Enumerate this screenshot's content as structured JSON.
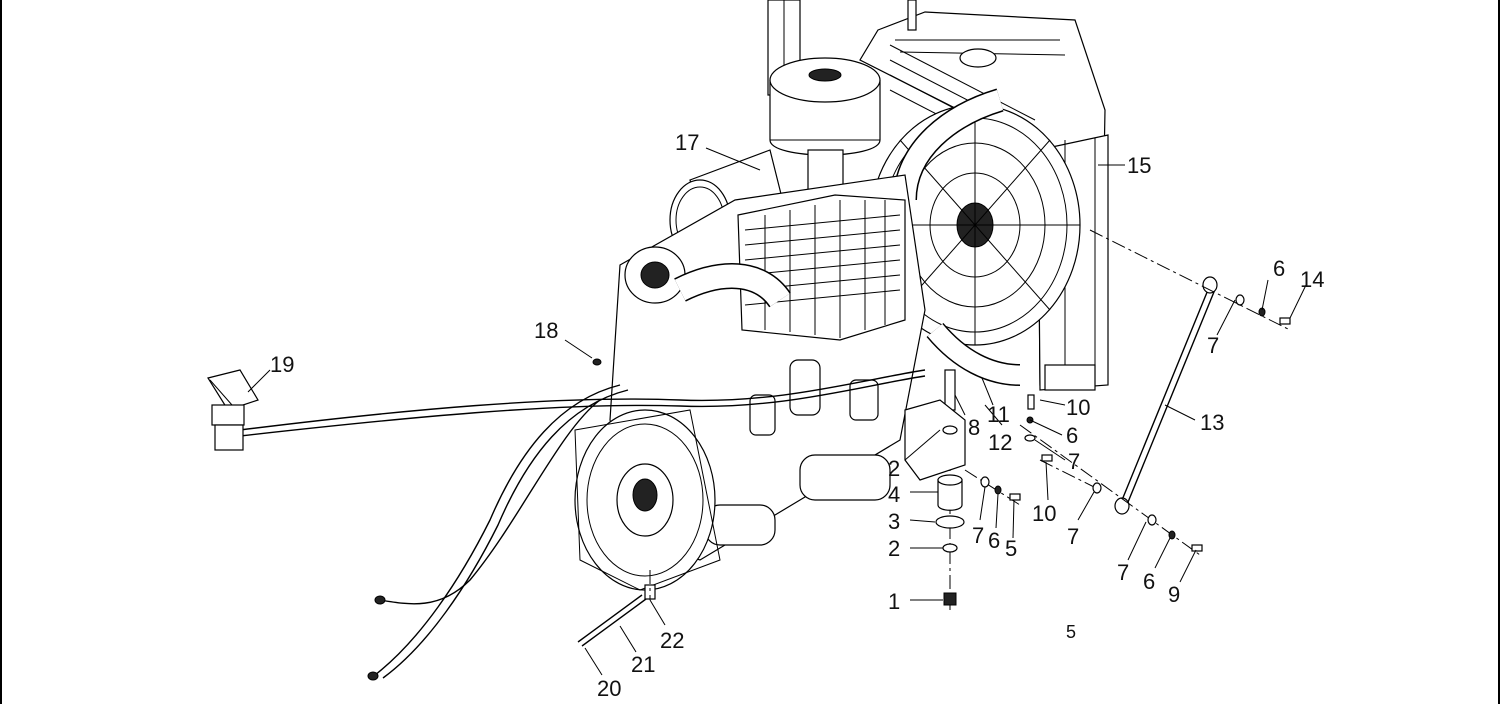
{
  "diagram": {
    "page_marker": "5",
    "callouts": [
      "1",
      "2",
      "2",
      "3",
      "4",
      "5",
      "6",
      "6",
      "6",
      "6",
      "7",
      "7",
      "7",
      "7",
      "7",
      "8",
      "9",
      "10",
      "10",
      "11",
      "12",
      "13",
      "14",
      "15",
      "17",
      "18",
      "19",
      "20",
      "21",
      "22"
    ]
  }
}
